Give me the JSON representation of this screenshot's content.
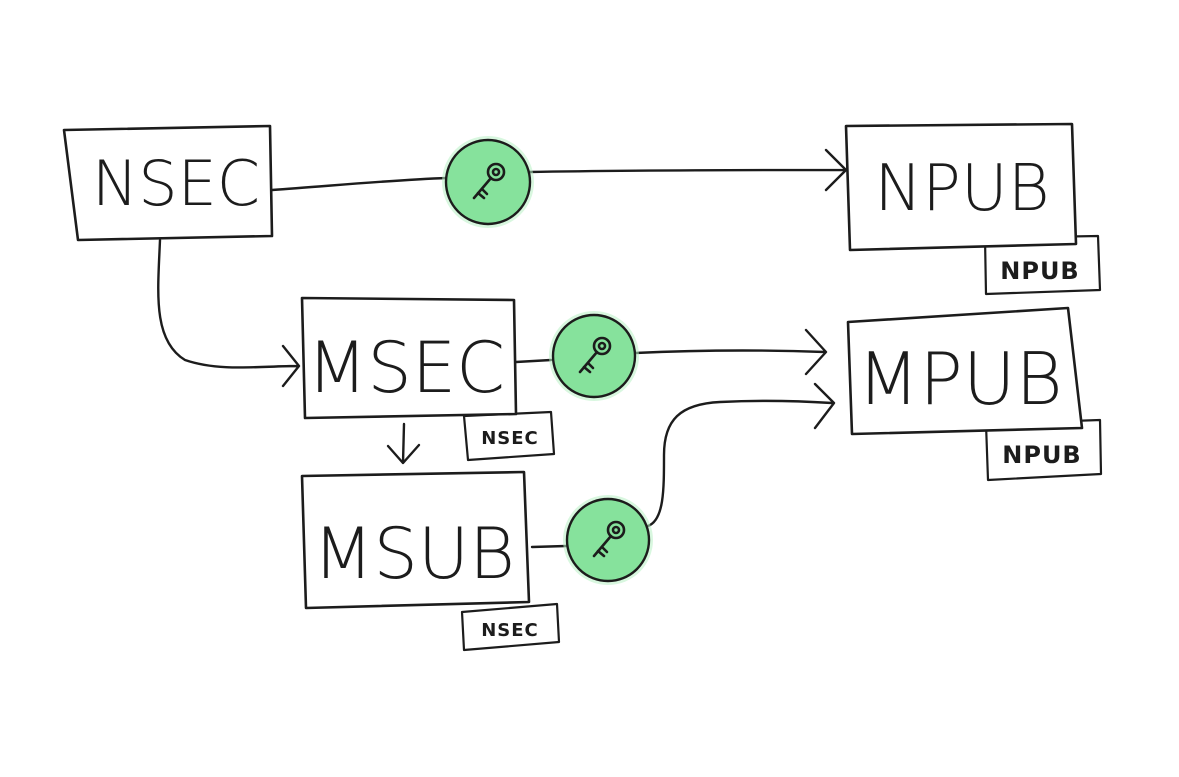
{
  "nodes": {
    "nsec": {
      "label": "NSEC"
    },
    "npub": {
      "label": "NPUB",
      "tag": "NPUB"
    },
    "msec": {
      "label": "MSEC",
      "tag": "NSEC"
    },
    "mpub": {
      "label": "MPUB",
      "tag": "NPUB"
    },
    "msub": {
      "label": "MSUB",
      "tag": "NSEC"
    }
  },
  "key_icon": "key-icon",
  "colors": {
    "key_fill": "#86e29c",
    "ink": "#1c1c1c",
    "background": "#ffffff"
  }
}
